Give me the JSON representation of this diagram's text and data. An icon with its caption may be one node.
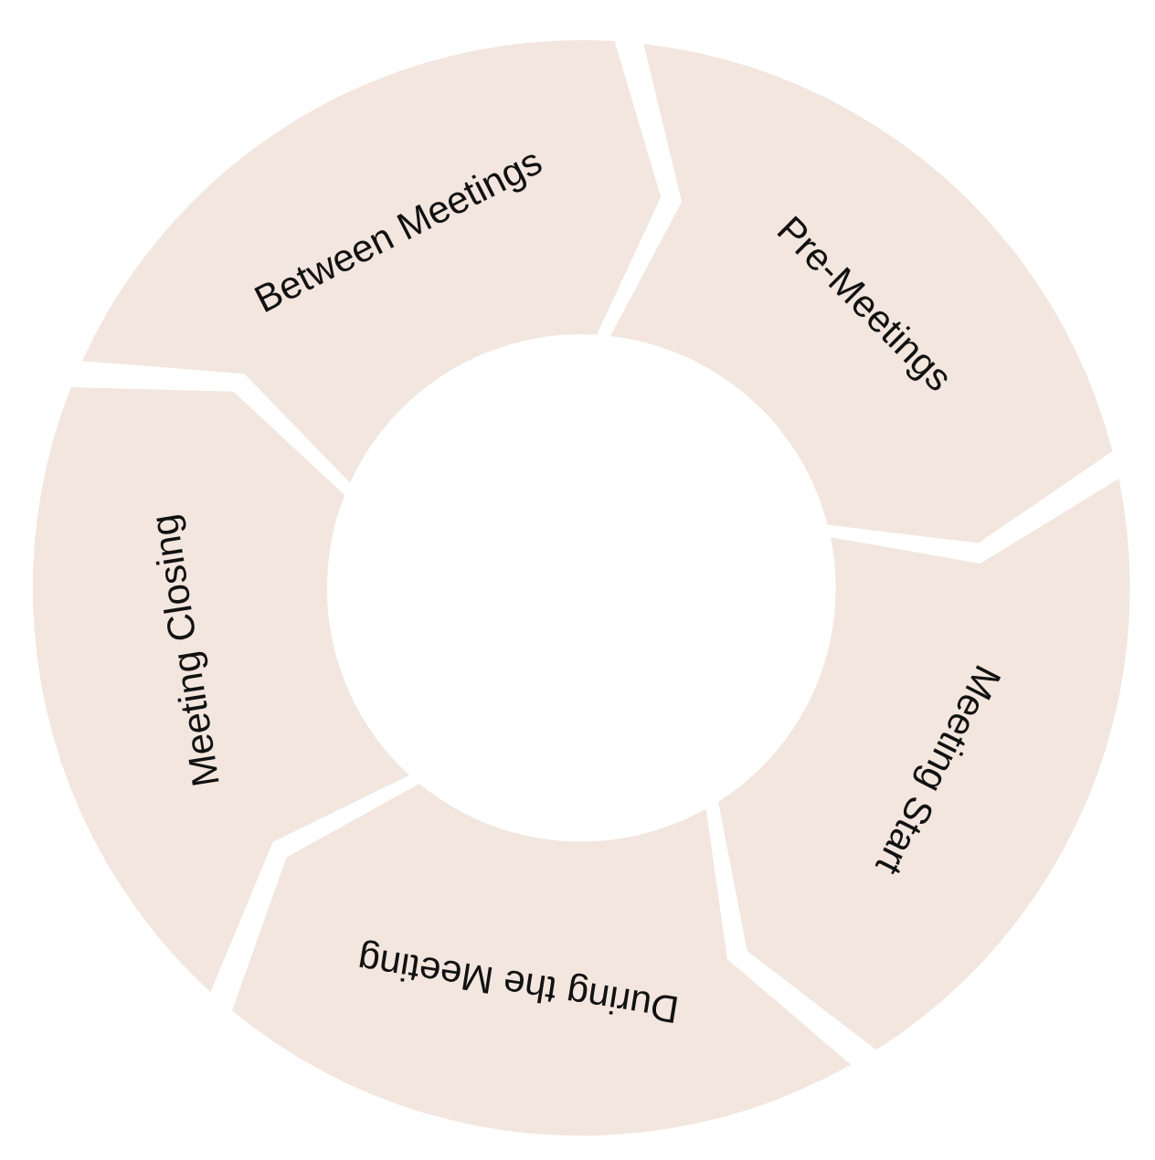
{
  "diagram": {
    "nodes": [
      {
        "text": [
          "Pre-Meetings"
        ]
      },
      {
        "text": [
          "Meeting Start"
        ]
      },
      {
        "text": [
          "During the Meeting"
        ]
      },
      {
        "text": [
          "Meeting Closing"
        ]
      },
      {
        "text": [
          "Between Meetings"
        ]
      }
    ]
  }
}
